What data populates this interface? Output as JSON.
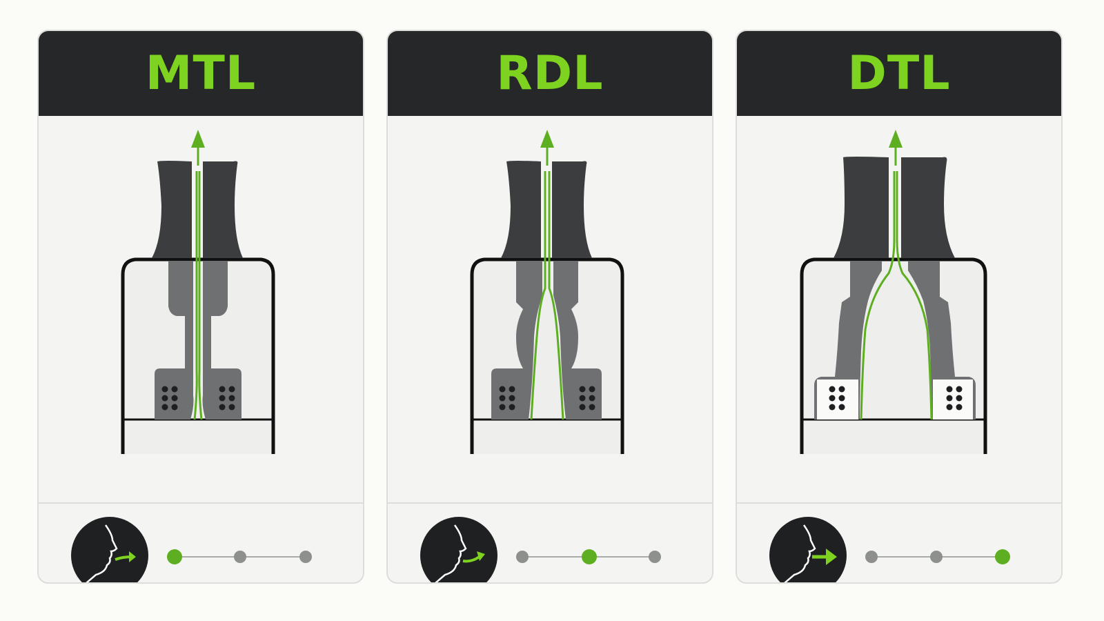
{
  "cards": [
    {
      "title": "MTL",
      "airway": "narrow",
      "active_level": 1
    },
    {
      "title": "RDL",
      "airway": "medium",
      "active_level": 2
    },
    {
      "title": "DTL",
      "airway": "wide",
      "active_level": 3
    }
  ],
  "scale_levels": 3,
  "icons": [
    "upward-airflow-arrow-icon",
    "inhale-face-icon"
  ],
  "colors": {
    "accent_green": "#7ed321",
    "airflow_green": "#5dae20",
    "header_dark": "#262728",
    "part_dark": "#3c3d3f",
    "part_mid": "#6f7072",
    "inactive_dot": "#8e908d"
  }
}
